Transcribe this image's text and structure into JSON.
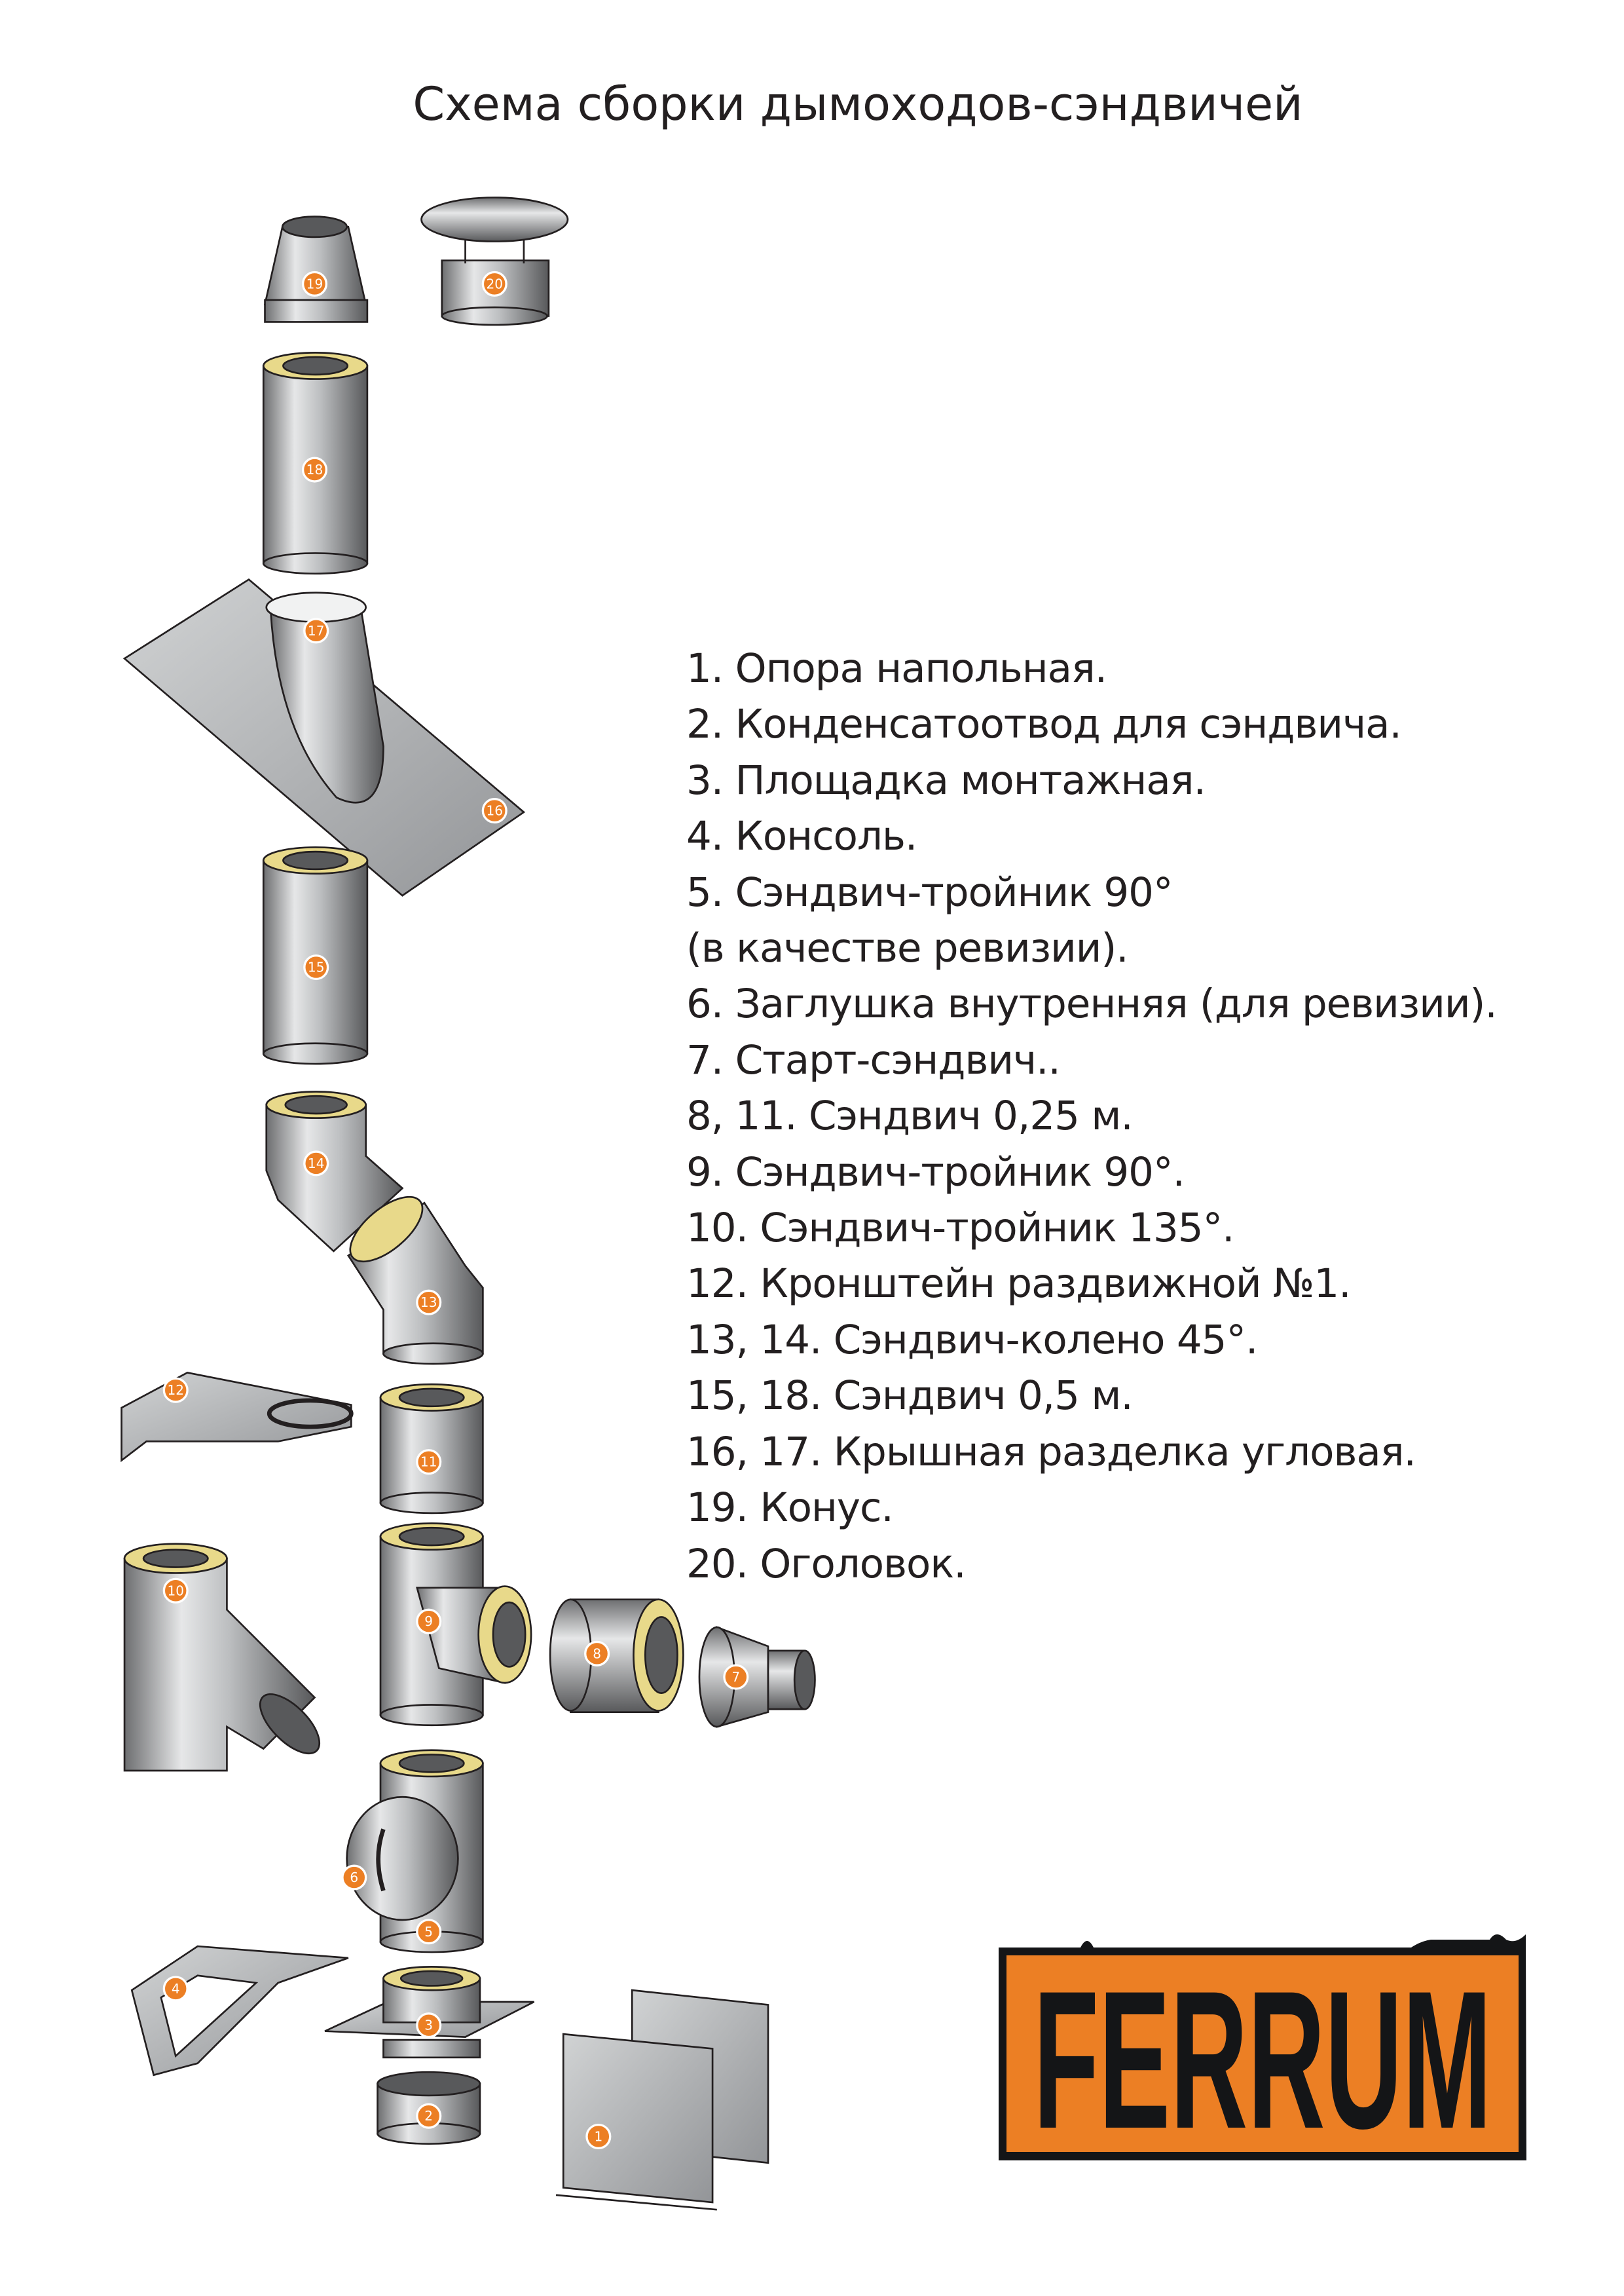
{
  "title": "Схема сборки дымоходов-сэндвичей",
  "legend": [
    "1. Опора напольная.",
    "2. Конденсатоотвод для сэндвича.",
    "3. Площадка монтажная.",
    "4. Консоль.",
    "5. Сэндвич-тройник 90°",
    "(в качестве ревизии).",
    "6. Заглушка внутренняя (для ревизии).",
    "7. Старт-сэндвич..",
    "8, 11. Сэндвич 0,25 м.",
    "9. Сэндвич-тройник 90°.",
    "10. Сэндвич-тройник 135°.",
    "12. Кронштейн раздвижной №1.",
    "13, 14. Сэндвич-колено 45°.",
    "15, 18. Сэндвич 0,5 м.",
    "16, 17. Крышная разделка угловая.",
    "19. Конус.",
    "20. Оголовок."
  ],
  "badges": {
    "b1": "1",
    "b2": "2",
    "b3": "3",
    "b4": "4",
    "b5": "5",
    "b6": "6",
    "b7": "7",
    "b8": "8",
    "b9": "9",
    "b10": "10",
    "b11": "11",
    "b12": "12",
    "b13": "13",
    "b14": "14",
    "b15": "15",
    "b16": "16",
    "b17": "17",
    "b18": "18",
    "b19": "19",
    "b20": "20"
  },
  "logo": {
    "text": "FERRUM"
  },
  "colors": {
    "accent": "#ec7f24",
    "logo_text": "#141517",
    "text": "#231f20",
    "insulation": "#e8d98a"
  }
}
